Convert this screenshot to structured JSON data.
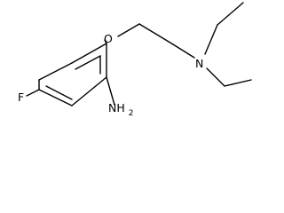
{
  "molecule": {
    "atoms": {
      "oxygen": "O",
      "nitrogen": "N",
      "fluorine": "F",
      "amine": "NH",
      "amine_subscript": "2"
    }
  }
}
